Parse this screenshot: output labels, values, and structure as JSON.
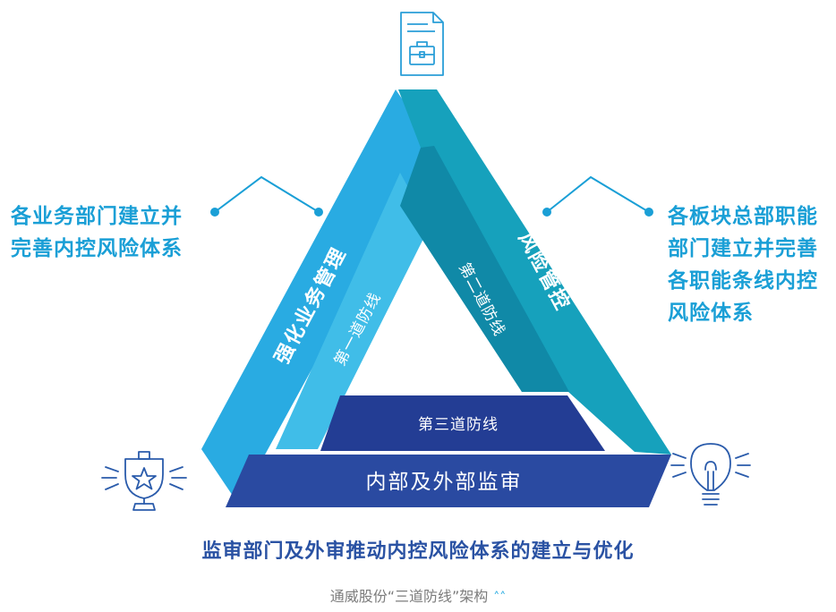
{
  "left_callout": {
    "text": "各业务部门建立并\n完善内控风险体系"
  },
  "right_callout": {
    "text": "各板块总部职能\n部门建立并完善\n各职能条线内控\n风险体系"
  },
  "sides": {
    "left_outer": "强化业务管理",
    "left_inner": "第一道防线",
    "right_inner": "第二道防线",
    "right_outer": "风险管控",
    "bottom_inner": "第三道防线",
    "bottom_outer": "内部及外部监审"
  },
  "caption": "监审部门及外审推动内控风险体系的建立与优化",
  "footer": "通威股份“三道防线”架构",
  "icons": {
    "top": "document-briefcase-icon",
    "bottom_left": "trophy-star-icon",
    "bottom_right": "lightbulb-icon",
    "footer": "double-chevron-up-icon"
  },
  "colors": {
    "left_band": "#29abe2",
    "right_band": "#16a1bc",
    "right_inner_band": "#1089a7",
    "bottom_band": "#233d94",
    "callout_text": "#1a9fd6",
    "caption_text": "#2a52a3"
  }
}
